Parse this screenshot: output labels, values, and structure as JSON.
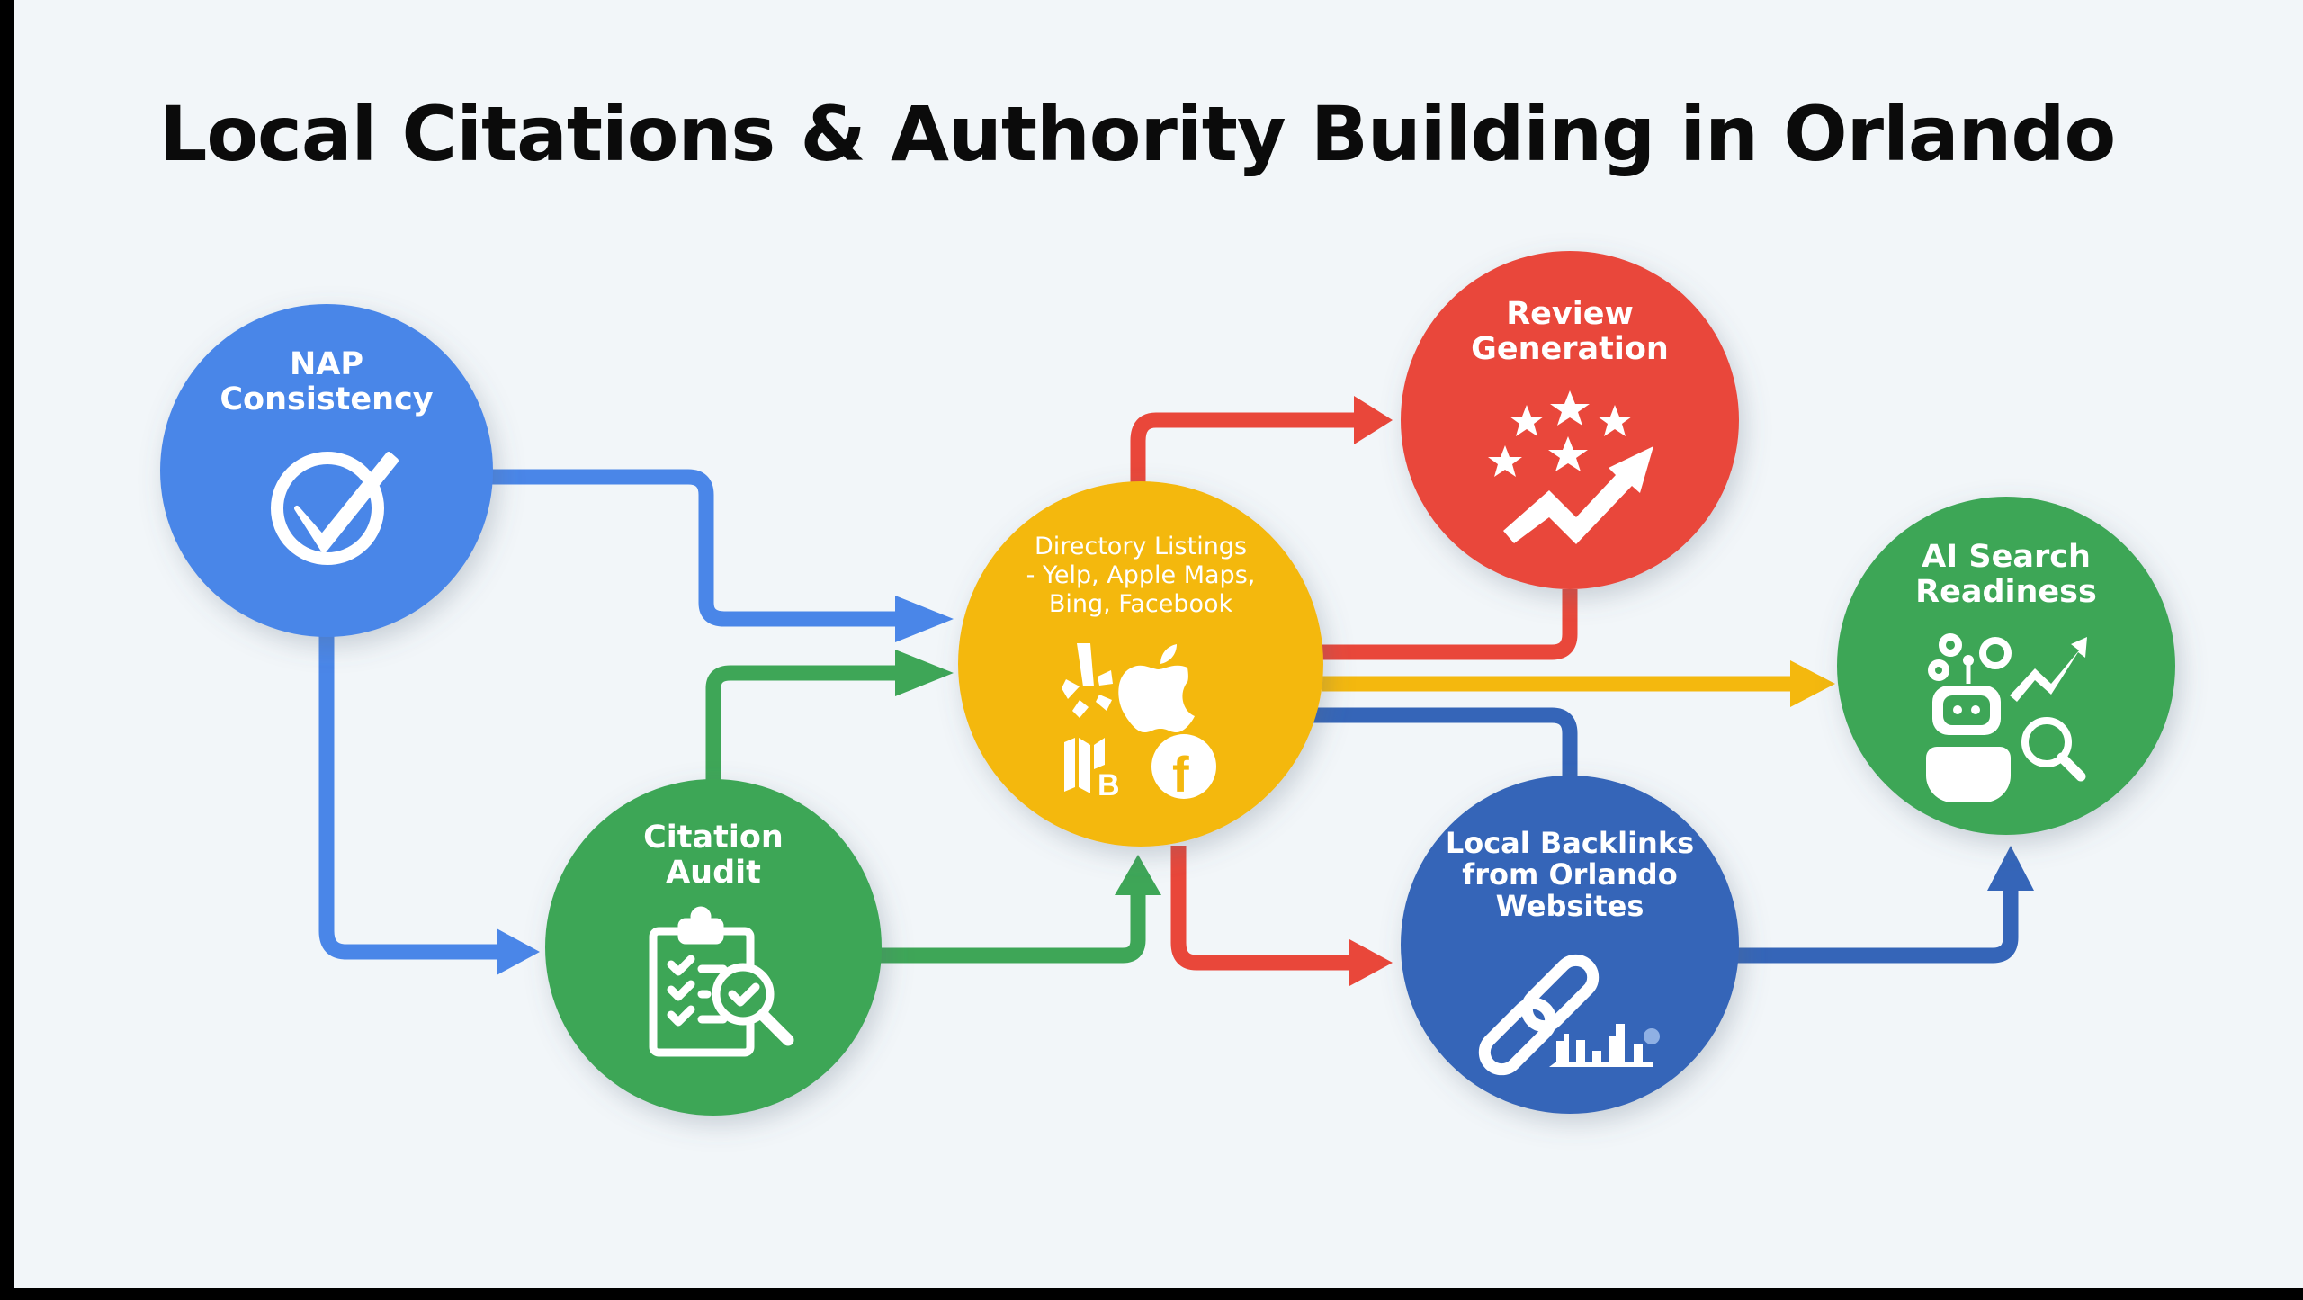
{
  "title": "Local Citations & Authority Building in Orlando",
  "colors": {
    "background": "#f2f6f9",
    "blue": "#4a86e8",
    "dark_blue": "#3565b8",
    "green": "#3ea657",
    "yellow": "#f4b80e",
    "red": "#e9473a",
    "text_dark": "#0b0b0b",
    "text_light": "#ffffff"
  },
  "nodes": [
    {
      "id": "nap",
      "label": "NAP\nConsistency",
      "line1": "NAP",
      "line2": "Consistency",
      "color": "#4a86e8",
      "icon": "check-circle-icon"
    },
    {
      "id": "citation-audit",
      "label": "Citation Audit",
      "line1": "Citation",
      "line2": "Audit",
      "color": "#3ea657",
      "icon": "clipboard-search-icon"
    },
    {
      "id": "directory",
      "label": "Directory Listings - Yelp, Apple Maps, Bing, Facebook",
      "line1": "Directory Listings",
      "line2": "- Yelp, Apple Maps,",
      "line3": "Bing, Facebook",
      "color": "#f4b80e",
      "icons": [
        "yelp-icon",
        "apple-icon",
        "bing-maps-icon",
        "facebook-icon"
      ],
      "bing_letter": "B",
      "facebook_letter": "f"
    },
    {
      "id": "review",
      "label": "Review Generation",
      "line1": "Review",
      "line2": "Generation",
      "color": "#e9473a",
      "icon": "stars-trend-icon"
    },
    {
      "id": "ai-search",
      "label": "AI Search Readiness",
      "line1": "AI Search",
      "line2": "Readiness",
      "color": "#3ea657",
      "icon": "robot-trend-search-icon"
    },
    {
      "id": "backlinks",
      "label": "Local Backlinks from Orlando Websites",
      "line1": "Local Backlinks",
      "line2": "from Orlando",
      "line3": "Websites",
      "color": "#3565b8",
      "icon": "chain-link-skyline-icon"
    }
  ],
  "edges": [
    {
      "from": "nap",
      "to": "directory",
      "color": "blue"
    },
    {
      "from": "nap",
      "to": "citation-audit",
      "color": "blue"
    },
    {
      "from": "citation-audit",
      "to": "directory",
      "color": "green"
    },
    {
      "from": "citation-audit",
      "to": "directory",
      "color": "green",
      "note": "bottom entry"
    },
    {
      "from": "directory",
      "to": "review",
      "color": "red"
    },
    {
      "from": "review",
      "to": "directory",
      "color": "red",
      "note": "connector line"
    },
    {
      "from": "directory",
      "to": "ai-search",
      "color": "yellow"
    },
    {
      "from": "directory",
      "to": "backlinks",
      "color": "dark_blue",
      "note": "connector line"
    },
    {
      "from": "directory",
      "to": "backlinks",
      "color": "red"
    },
    {
      "from": "backlinks",
      "to": "ai-search",
      "color": "dark_blue"
    }
  ]
}
